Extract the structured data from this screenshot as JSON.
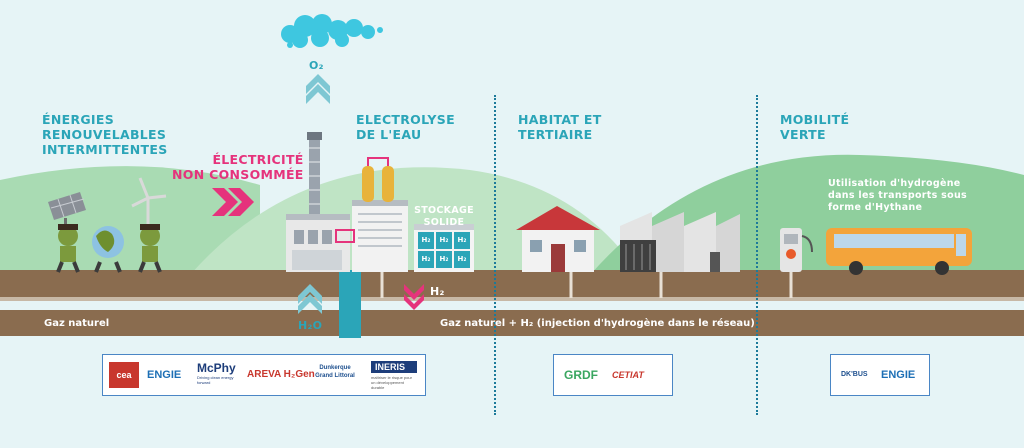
{
  "sections": {
    "renewables": "ÉNERGIES\nRENOUVELABLES\nINTERMITTENTES",
    "electricity": "ÉLECTRICITÉ\nNON CONSOMMÉE",
    "electrolysis": "ELECTROLYSE\nDE L'EAU",
    "storage": "STOCKAGE\nSOLIDE",
    "habitat": "HABITAT ET\nTERTIAIRE",
    "mobility": "MOBILITÉ\nVERTE",
    "mobility_note": "Utilisation d'hydrogène\ndans les transports sous\nforme d'Hythane"
  },
  "chemistry": {
    "o2": "O₂",
    "h2": "H₂",
    "h2o": "H₂O",
    "tank_cell": "H₂"
  },
  "pipeline": {
    "left": "Gaz naturel",
    "right": "Gaz naturel + H₂ (injection d'hydrogène dans le réseau)"
  },
  "partners": {
    "group1": [
      "cea",
      "ENGIE",
      "McPhy",
      "AREVA H₂Gen",
      "Dunkerque Grand Littoral",
      "INERIS"
    ],
    "group2": [
      "GRDF",
      "CETIAT"
    ],
    "group3": [
      "DK'BUS",
      "ENGIE"
    ],
    "sub_mcphy": "Driving clean energy forward",
    "sub_ineris": "maîtriser le risque pour un développement durable"
  },
  "colors": {
    "teal": "#2ba5b8",
    "pink": "#e5337c",
    "ground": "#8a6c4f",
    "hill": "#8fcf9d",
    "sky": "#e6f4f6"
  }
}
